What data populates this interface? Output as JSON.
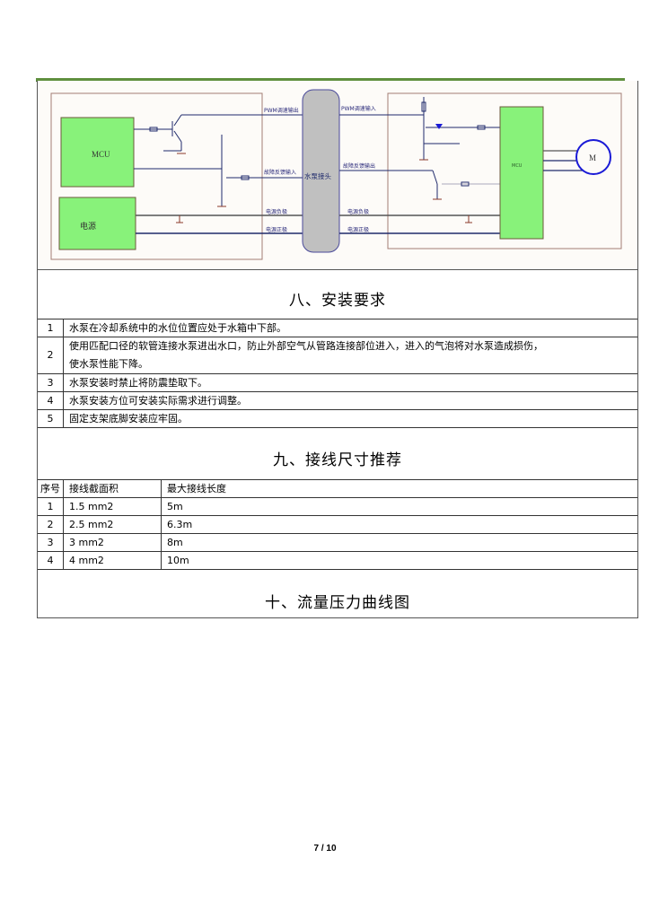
{
  "diagram": {
    "left_block": {
      "mcu_label": "MCU",
      "power_label": "电源"
    },
    "connector_label": "水泵接头",
    "left_signals": [
      "PWM调速输出",
      "故障反馈输入",
      "电源负极",
      "电源正极"
    ],
    "right_signals": [
      "PWM调速输入",
      "故障反馈输出",
      "电源负极",
      "电源正极"
    ],
    "right_block": {
      "mcu_label": "MCU",
      "motor_label": "M"
    },
    "colors": {
      "block_fill": "#88f27a",
      "connector_fill": "#c0c0c0",
      "wire": "#1f2a6b",
      "motor": "#1a1ad6",
      "frame": "#a27c73"
    }
  },
  "section8": {
    "title": "八、安装要求",
    "items": [
      {
        "num": "1",
        "text": "水泵在冷却系统中的水位位置应处于水箱中下部。"
      },
      {
        "num": "2",
        "text_line1": "使用匹配口径的软管连接水泵进出水口，防止外部空气从管路连接部位进入，进入的气泡将对水泵造成损伤，",
        "text_line2": "使水泵性能下降。"
      },
      {
        "num": "3",
        "text": "水泵安装时禁止将防震垫取下。"
      },
      {
        "num": "4",
        "text": "水泵安装方位可安装实际需求进行调整。"
      },
      {
        "num": "5",
        "text": "固定支架底脚安装应牢固。"
      }
    ]
  },
  "section9": {
    "title": "九、接线尺寸推荐",
    "headers": [
      "序号",
      "接线截面积",
      "最大接线长度"
    ],
    "rows": [
      [
        "1",
        "1.5 mm2",
        "5m"
      ],
      [
        "2",
        "2.5 mm2",
        "6.3m"
      ],
      [
        "3",
        "3 mm2",
        "8m"
      ],
      [
        "4",
        "4 mm2",
        "10m"
      ]
    ]
  },
  "section10": {
    "title": "十、流量压力曲线图"
  },
  "footer": {
    "page": "7 / 10"
  }
}
